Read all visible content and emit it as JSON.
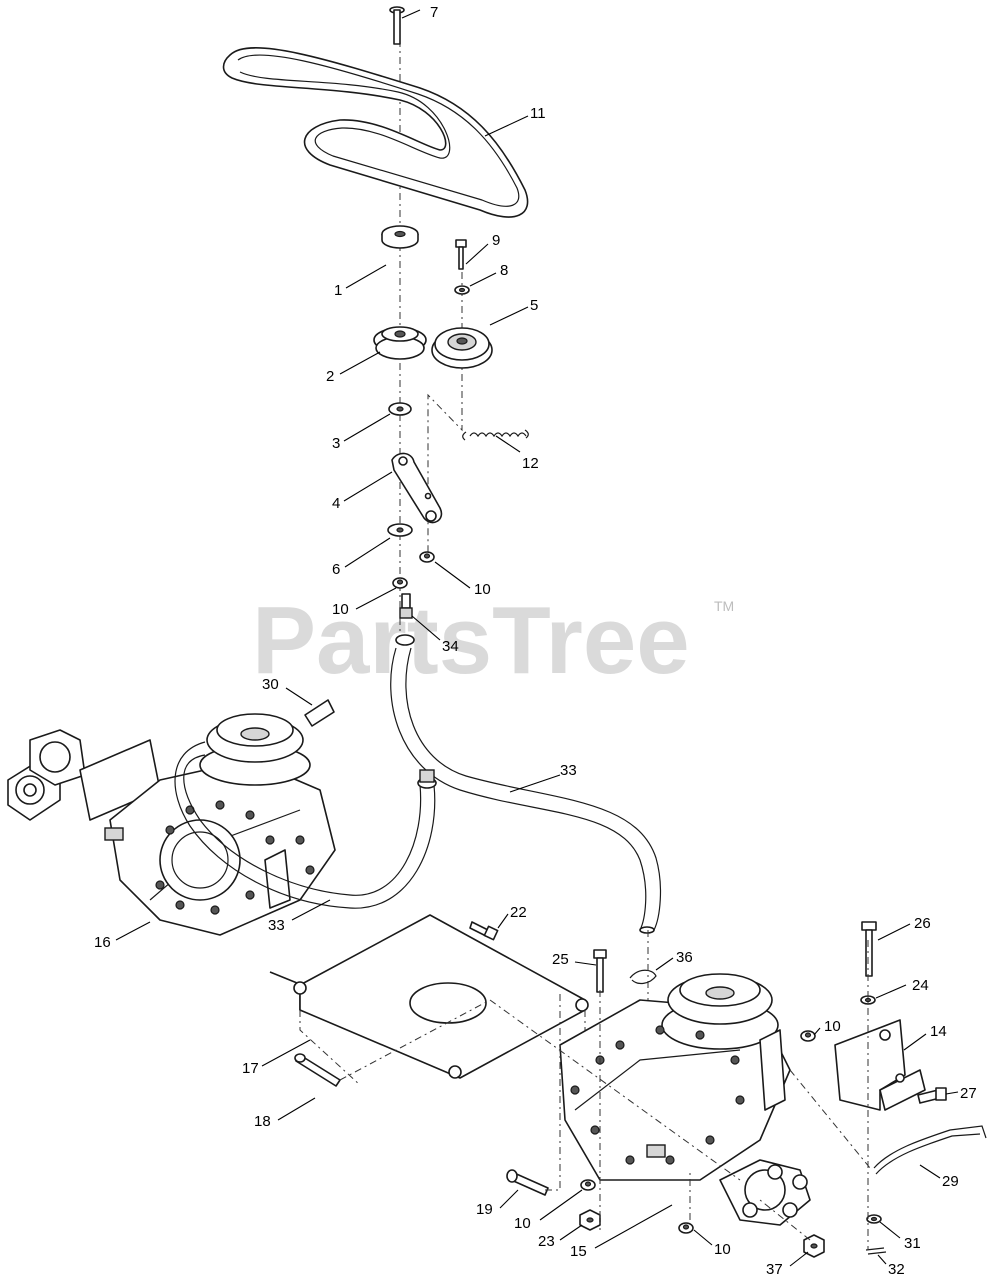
{
  "watermark": {
    "text": "PartsTree",
    "trademark": "TM"
  },
  "callouts": [
    {
      "id": "c7a",
      "label": "7"
    },
    {
      "id": "c11",
      "label": "11"
    },
    {
      "id": "c9",
      "label": "9"
    },
    {
      "id": "c8",
      "label": "8"
    },
    {
      "id": "c1",
      "label": "1"
    },
    {
      "id": "c5",
      "label": "5"
    },
    {
      "id": "c2",
      "label": "2"
    },
    {
      "id": "c3",
      "label": "3"
    },
    {
      "id": "c12",
      "label": "12"
    },
    {
      "id": "c4",
      "label": "4"
    },
    {
      "id": "c6",
      "label": "6"
    },
    {
      "id": "c10a",
      "label": "10"
    },
    {
      "id": "c10b",
      "label": "10"
    },
    {
      "id": "c34",
      "label": "34"
    },
    {
      "id": "c30",
      "label": "30"
    },
    {
      "id": "c33a",
      "label": "33"
    },
    {
      "id": "c33b",
      "label": "33"
    },
    {
      "id": "c16",
      "label": "16"
    },
    {
      "id": "c22",
      "label": "22"
    },
    {
      "id": "c26",
      "label": "26"
    },
    {
      "id": "c25",
      "label": "25"
    },
    {
      "id": "c36",
      "label": "36"
    },
    {
      "id": "c24",
      "label": "24"
    },
    {
      "id": "c10c",
      "label": "10"
    },
    {
      "id": "c14",
      "label": "14"
    },
    {
      "id": "c17",
      "label": "17"
    },
    {
      "id": "c27",
      "label": "27"
    },
    {
      "id": "c18",
      "label": "18"
    },
    {
      "id": "c29",
      "label": "29"
    },
    {
      "id": "c19",
      "label": "19"
    },
    {
      "id": "c10d",
      "label": "10"
    },
    {
      "id": "c31",
      "label": "31"
    },
    {
      "id": "c23",
      "label": "23"
    },
    {
      "id": "c15",
      "label": "15"
    },
    {
      "id": "c10e",
      "label": "10"
    },
    {
      "id": "c37",
      "label": "37"
    },
    {
      "id": "c32",
      "label": "32"
    }
  ]
}
